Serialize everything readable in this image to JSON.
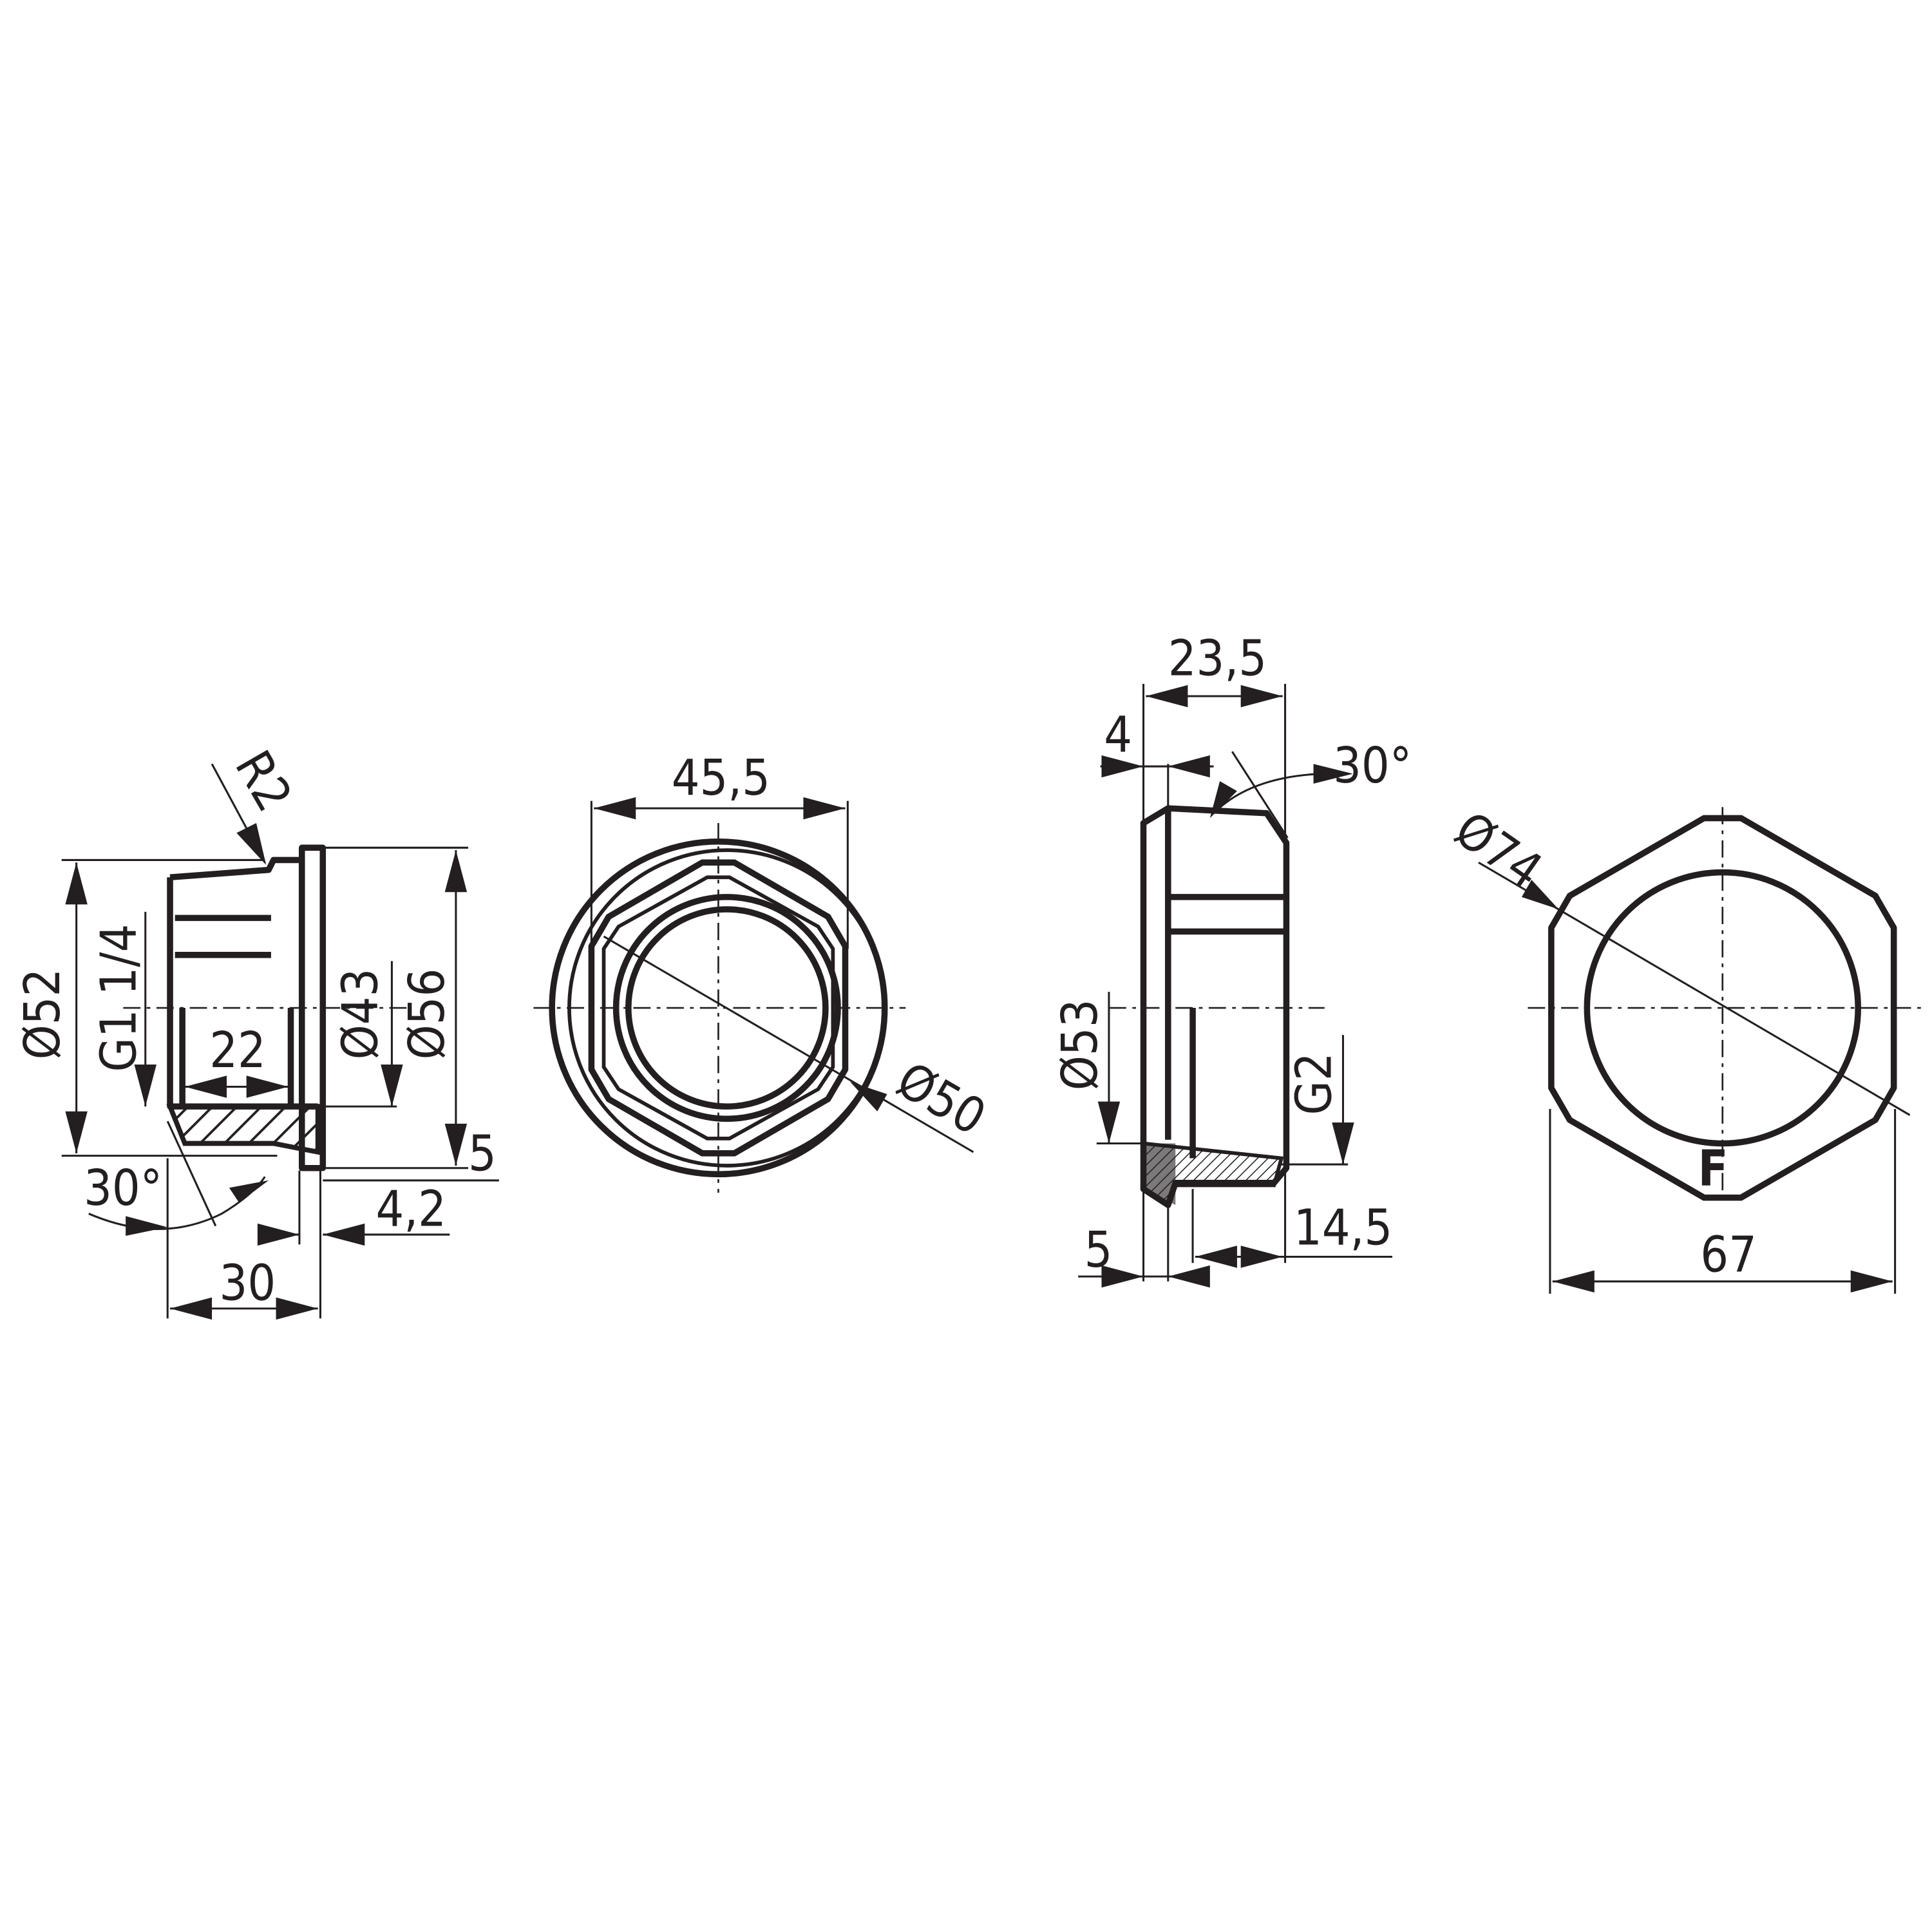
{
  "view_side_fitting": {
    "r2": "R2",
    "d52": "Ø52",
    "g114": "G1 1/4",
    "l22": "22",
    "d43": "Ø43",
    "d56": "Ø56",
    "l5": "5",
    "a30": "30°",
    "l42": "4,2",
    "l30": "30"
  },
  "view_front_fitting": {
    "l455": "45,5",
    "d50": "Ø50"
  },
  "view_side_nut": {
    "l235": "23,5",
    "l4": "4",
    "a30": "30°",
    "d53": "Ø53",
    "g2": "G2",
    "l5": "5",
    "l145": "14,5"
  },
  "view_front_nut": {
    "d74": "Ø74",
    "mark": "F",
    "l67": "67"
  },
  "colors": {
    "line": "#231f20",
    "background": "#ffffff"
  }
}
